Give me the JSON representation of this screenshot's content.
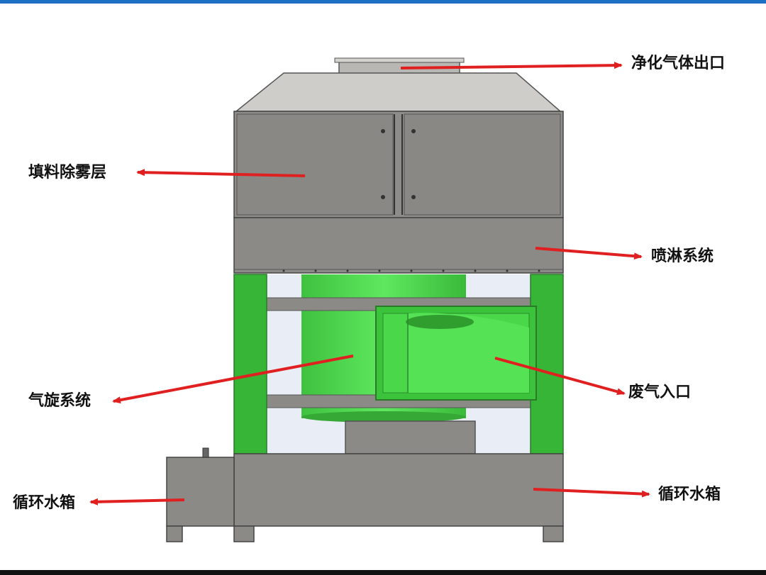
{
  "labels": {
    "purified_gas_outlet": "净化气体出口",
    "packing_demister_layer": "填料除雾层",
    "spray_system": "喷淋系统",
    "cyclone_system": "气旋系统",
    "exhaust_gas_inlet": "废气入口",
    "circulating_water_tank_left": "循环水箱",
    "circulating_water_tank_right": "循环水箱"
  },
  "colors": {
    "steel": "#8c8a87",
    "steel_dark": "#6f6d6a",
    "hood": "#c9c7c3",
    "frame_green": "#35b535",
    "cyclone_green": "#4cd84c",
    "arrow_red": "#e02020",
    "top_bar": "#1d6fc4"
  }
}
